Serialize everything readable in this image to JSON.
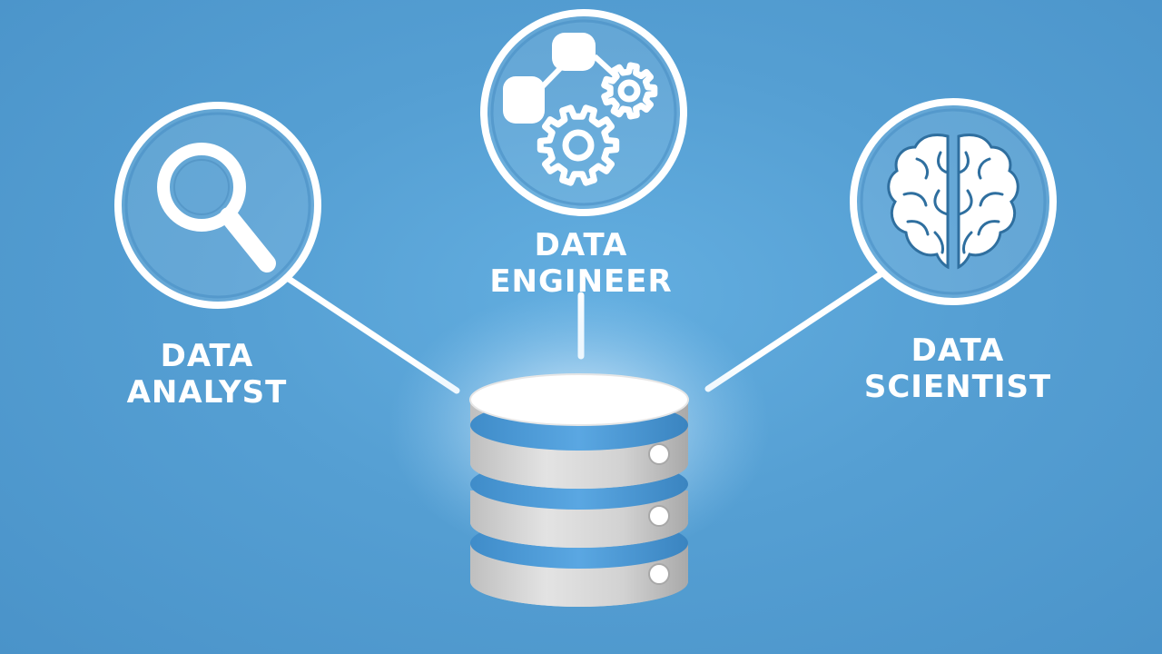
{
  "roles": {
    "analyst": {
      "line1": "DATA",
      "line2": "ANALYST",
      "icon": "magnifying-glass-icon"
    },
    "engineer": {
      "line1": "DATA",
      "line2": "ENGINEER",
      "icon": "workflow-gears-icon"
    },
    "scientist": {
      "line1": "DATA",
      "line2": "SCIENTIST",
      "icon": "brain-icon"
    }
  },
  "center": {
    "icon": "database-icon"
  },
  "colors": {
    "background": "#559fd3",
    "foreground": "#ffffff",
    "database_gray": "#d9d9d9",
    "database_accent": "#4d9ad6"
  }
}
